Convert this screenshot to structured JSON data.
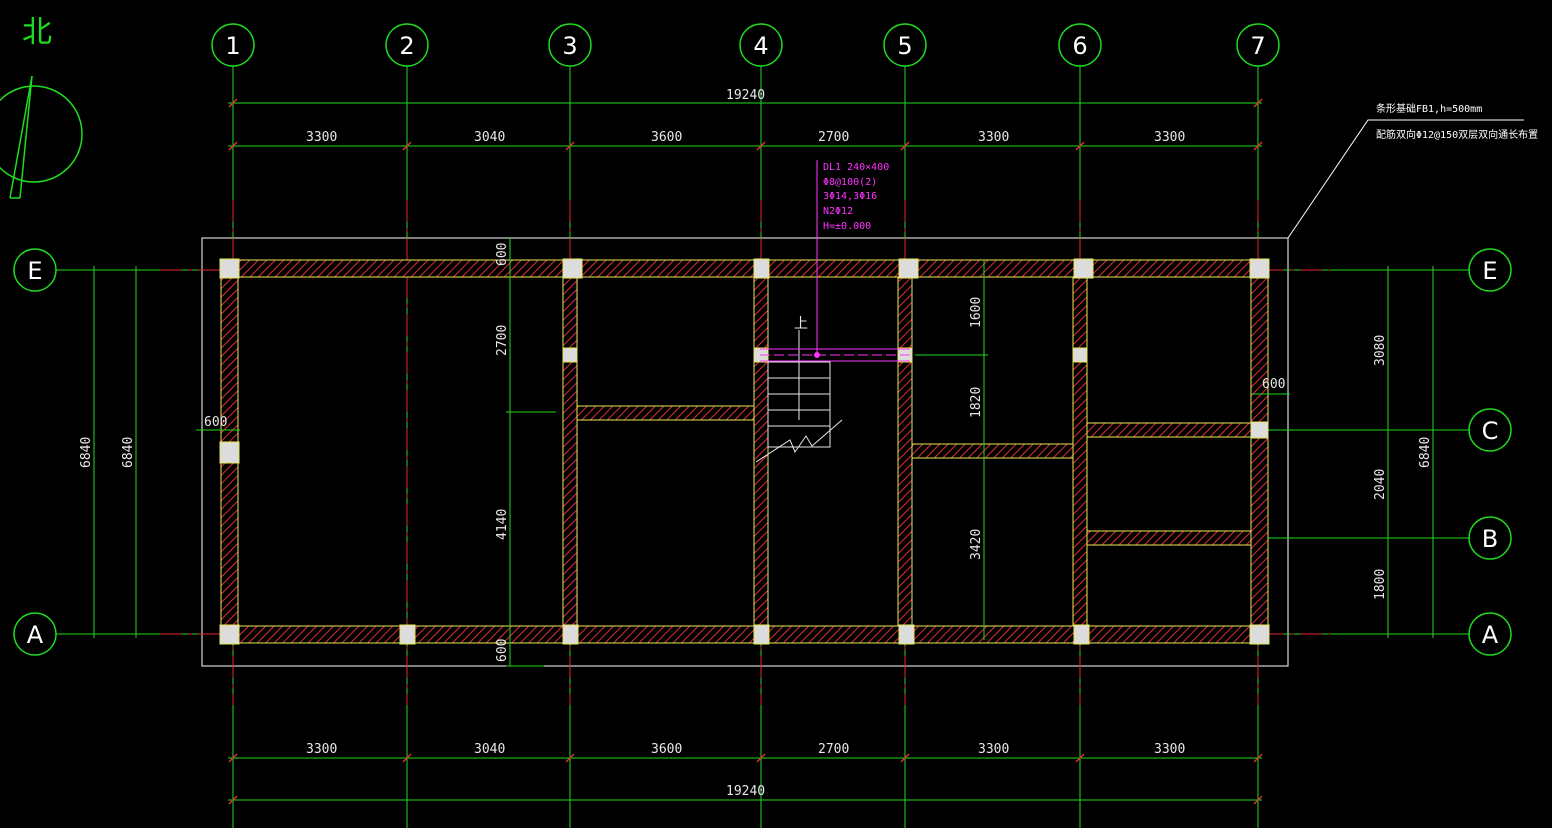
{
  "north_label": "北",
  "axes_vertical": [
    "1",
    "2",
    "3",
    "4",
    "5",
    "6",
    "7"
  ],
  "axes_horizontal": [
    "E",
    "C",
    "B",
    "A"
  ],
  "dims_top_total": "19240",
  "dims_top_spans": [
    "3300",
    "3040",
    "3600",
    "2700",
    "3300",
    "3300"
  ],
  "dims_bottom_total": "19240",
  "dims_bottom_spans": [
    "3300",
    "3040",
    "3600",
    "2700",
    "3300",
    "3300"
  ],
  "dims_left": [
    "6840",
    "6840"
  ],
  "dims_right": [
    "3080",
    "2040",
    "1800",
    "6840"
  ],
  "dims_interior": {
    "d600_top": "600",
    "d2700": "2700",
    "d4140": "4140",
    "d600_bottom": "600",
    "d600_left": "600",
    "d1600": "1600",
    "d1820": "1820",
    "d3420": "3420",
    "d600_right": "600"
  },
  "beam_label": [
    "DL1 240×400",
    "Φ8@100(2)",
    "3Φ14,3Φ16",
    "N2Φ12",
    "H=±0.000"
  ],
  "stair_up": "上",
  "foundation_note": [
    "条形基础FB1,h=500mm",
    "配筋双向Φ12@150双层双向通长布置"
  ],
  "colors": {
    "axis": "#1fdc1f",
    "centerline": "#e0282a",
    "wall_outline": "#e8e85a",
    "beam": "#ff33ff"
  }
}
